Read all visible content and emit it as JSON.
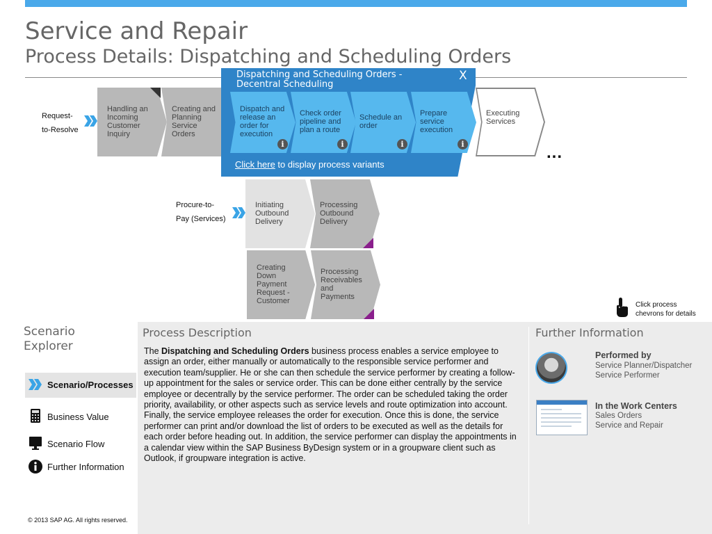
{
  "header": {
    "title": "Service and Repair",
    "subtitle": "Process Details: Dispatching and Scheduling Orders"
  },
  "variant": {
    "title": "Dispatching and Scheduling Orders - Decentral Scheduling",
    "close_label": "X",
    "link_label": "Click here",
    "link_suffix": " to display process variants",
    "steps": [
      "Dispatch and release an order for execution",
      "Check order pipeline and plan a route",
      "Schedule an order",
      "Prepare service execution"
    ],
    "info_glyph": "i"
  },
  "flow1": {
    "label_line1": "Request-",
    "label_line2": "to-Resolve",
    "steps": [
      "Handling an Incoming Customer Inquiry",
      "Creating and Planning Service Orders"
    ],
    "next_step": "Executing Services",
    "more": "..."
  },
  "flow2": {
    "label_line1": "Procure-to-",
    "label_line2": "Pay (Services)",
    "row1": [
      "Initiating Outbound Delivery",
      "Processing Outbound Delivery"
    ],
    "row2": [
      "Creating Down Payment Request - Customer",
      "Processing Receivables and Payments"
    ]
  },
  "hint": {
    "text": "Click process chevrons for details",
    "icon": "hand-pointer-icon"
  },
  "left_nav": {
    "title_line1": "Scenario",
    "title_line2": "Explorer",
    "items": [
      {
        "label": "Scenario/Processes",
        "icon": "double-chevron-icon"
      },
      {
        "label": "Business Value",
        "icon": "calculator-icon"
      },
      {
        "label": "Scenario Flow",
        "icon": "monitor-icon"
      },
      {
        "label": "Further Information",
        "icon": "info-icon"
      }
    ],
    "copyright": "© 2013 SAP AG. All rights reserved."
  },
  "description": {
    "title": "Process Description",
    "intro": "The ",
    "bold": "Dispatching and Scheduling Orders",
    "para1": " business process enables a service employee to assign an order, either manually or automatically to the responsible service performer and execution team/supplier. He or she can then schedule the service performer by creating a follow-up appointment for the sales or service order. This can be done either centrally by the service employee or decentrally by the service performer. The order can be scheduled taking the order priority, availability, or other aspects such as service levels and route optimization into account.",
    "para2": "Finally, the service employee releases the order for execution. Once this is done, the service performer can print and/or download the list of orders to be executed as well as the details for each order before heading out. In addition, the service performer can display the appointments in a calendar view within the SAP Business ByDesign system or in a groupware client such as Outlook, if groupware integration is active."
  },
  "further_info": {
    "title": "Further Information",
    "performed_by_label": "Performed by",
    "performed_by": [
      "Service Planner/Dispatcher",
      "Service Performer"
    ],
    "work_centers_label": "In the Work Centers",
    "work_centers": [
      "Sales Orders",
      "Service and Repair"
    ]
  },
  "colors": {
    "accent_blue": "#4aa9ea",
    "panel_blue": "#2f84c8",
    "step_blue": "#56b8ee",
    "step_grey": "#b8b8b8",
    "step_lightgrey": "#e2e2e2",
    "purple_marker": "#8a1f8c"
  }
}
